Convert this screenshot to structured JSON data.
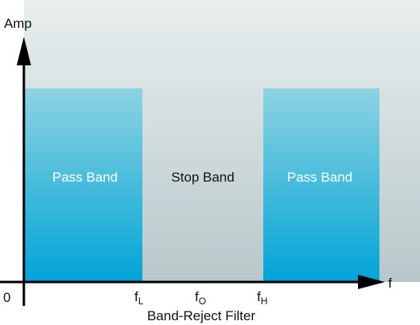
{
  "diagram": {
    "y_axis_label": "Amp",
    "x_axis_label": "f",
    "origin_label": "0",
    "caption": "Band-Reject Filter",
    "bands": [
      {
        "label": "Pass Band"
      },
      {
        "label": "Stop Band"
      },
      {
        "label": "Pass Band"
      }
    ],
    "freq_ticks": [
      {
        "base": "f",
        "sub": "L"
      },
      {
        "base": "f",
        "sub": "O"
      },
      {
        "base": "f",
        "sub": "H"
      }
    ]
  },
  "colors": {
    "background_top": "#e9eeee",
    "background_bottom": "#b7c8c9",
    "passband_top": "#8dd3e2",
    "passband_bottom": "#00a4d7",
    "axis": "#000000",
    "pass_text": "#ffffff",
    "stop_text": "#111111"
  }
}
